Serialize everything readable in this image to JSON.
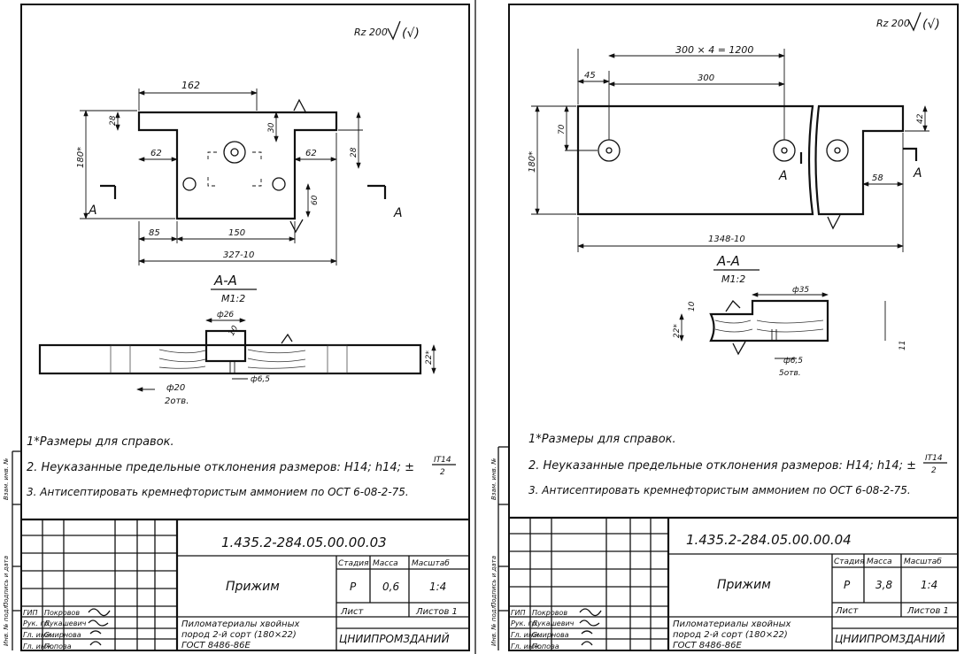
{
  "sheets": [
    {
      "roughness": "Rz 200",
      "plan_dims": {
        "width_top": "162",
        "height_left": "28",
        "height_right_top": "30",
        "height_right": "28",
        "notch_left": "62",
        "notch_right": "62",
        "overall_height": "180*",
        "hole_spacing": "60",
        "bottom_left": "85",
        "bottom_mid": "150",
        "overall_length": "327-10"
      },
      "section_marks": {
        "left": "А",
        "right": "А"
      },
      "section_title": "А-А",
      "section_scale": "М1:2",
      "section_dims": {
        "diam_top": "ф26",
        "depth": "10",
        "diam_holes": "ф20",
        "holes_count": "2отв.",
        "small_hole": "ф6,5",
        "thickness": "22*"
      },
      "notes": [
        "1*Размеры для справок.",
        "2. Неуказанные предельные отклонения размеров: Н14; h14; ±",
        "3. Антисептировать кремнефтористым аммонием по ОСТ 6-08-2-75."
      ],
      "tolerance_fraction": {
        "num": "IT14",
        "den": "2"
      },
      "title_block": {
        "code": "1.435.2-284.05.00.00.03",
        "name": "Прижим",
        "stage_label": "Стадия",
        "mass_label": "Масса",
        "scale_label": "Масштаб",
        "stage": "Р",
        "mass": "0,6",
        "scale": "1:4",
        "sheet_label": "Лист",
        "sheets_label": "Листов 1",
        "material": [
          "Пиломатериалы хвойных",
          "пород 2-й сорт (180×22)",
          "ГОСТ 8486-86Е"
        ],
        "org": "ЦНИИПРОМЗДАНИЙ",
        "roles": [
          "ГИП",
          "Рук. гр.",
          "Гл. инж.",
          "Гл. инж."
        ],
        "people": [
          "Покровов",
          "Лукашевич",
          "Смирнова",
          "Попова"
        ]
      }
    },
    {
      "roughness": "Rz 200",
      "plan_dims": {
        "overall_top": "300 × 4 = 1200",
        "left_offset": "45",
        "segment": "300",
        "hole_y": "70",
        "right_h": "42",
        "overall_height": "180*",
        "right_notch": "58",
        "overall_length": "1348-10"
      },
      "section_marks": {
        "left": "А",
        "right": "А"
      },
      "section_title": "А-А",
      "section_scale": "М1:2",
      "section_dims": {
        "diam_top": "ф35",
        "depth": "10",
        "thickness": "22*",
        "small_hole": "ф6,5",
        "holes_count": "5отв.",
        "right": "11"
      },
      "notes": [
        "1*Размеры для справок.",
        "2. Неуказанные предельные отклонения размеров: Н14; h14; ±",
        "3. Антисептировать кремнефтористым аммонием по ОСТ 6-08-2-75."
      ],
      "tolerance_fraction": {
        "num": "IT14",
        "den": "2"
      },
      "title_block": {
        "code": "1.435.2-284.05.00.00.04",
        "name": "Прижим",
        "stage_label": "Стадия",
        "mass_label": "Масса",
        "scale_label": "Масштаб",
        "stage": "Р",
        "mass": "3,8",
        "scale": "1:4",
        "sheet_label": "Лист",
        "sheets_label": "Листов 1",
        "material": [
          "Пиломатериалы хвойных",
          "пород 2-й сорт (180×22)",
          "ГОСТ 8486-86Е"
        ],
        "org": "ЦНИИПРОМЗДАНИЙ",
        "roles": [
          "ГИП",
          "Рук. гр.",
          "Гл. инж.",
          "Гл. инж."
        ],
        "people": [
          "Покровов",
          "Лукашевич",
          "Смирнова",
          "Попова"
        ]
      }
    }
  ],
  "side_strip": [
    "Инв. № подл.",
    "Подпись и дата",
    "Взам. инв. №"
  ]
}
